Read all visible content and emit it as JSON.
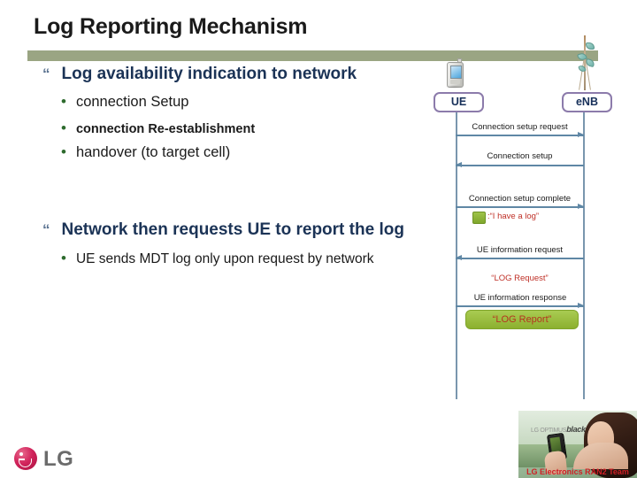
{
  "slide": {
    "title": "Log Reporting Mechanism",
    "bar_color": "#9aa583"
  },
  "content": {
    "bullets": [
      {
        "marker": "“",
        "text": "Log availability indication to network",
        "sub": [
          {
            "dot": "•",
            "text": "connection Setup"
          },
          {
            "dot": "•",
            "text": "connection Re-establishment"
          },
          {
            "dot": "•",
            "text": "handover (to target cell)"
          }
        ]
      },
      {
        "marker": "“",
        "text": "Network then requests UE to report the log",
        "sub": [
          {
            "dot": "•",
            "text": "UE sends MDT log only upon request by network"
          }
        ]
      }
    ]
  },
  "diagram": {
    "type": "sequence",
    "nodes": [
      {
        "id": "ue",
        "label": "UE",
        "icon": "mobile-phone-icon"
      },
      {
        "id": "enb",
        "label": "eNB",
        "icon": "antenna-tower-icon"
      }
    ],
    "messages": [
      {
        "label": "Connection setup request",
        "direction": "ue-to-enb"
      },
      {
        "label": "Connection setup",
        "direction": "enb-to-ue"
      },
      {
        "label": "Connection setup complete",
        "direction": "ue-to-enb"
      },
      {
        "label": "UE information request",
        "direction": "enb-to-ue"
      },
      {
        "label": "UE information response",
        "direction": "ue-to-enb"
      }
    ],
    "annotations": [
      {
        "id": "have-a-log",
        "text": ":“I have a log”",
        "color": "#bf2f26",
        "chip": "green-square"
      },
      {
        "id": "log-request",
        "text": "“LOG Request”",
        "color": "#bf2f26"
      },
      {
        "id": "log-report",
        "text": "“LOG Report”",
        "color": "#b5341f",
        "style": "green-pill"
      }
    ],
    "colors": {
      "node_border": "#8c7bab",
      "node_text": "#17305a",
      "lifeline": "#7996ae",
      "arrow": "#5f87a5",
      "green": "#8cb02f",
      "red": "#bf2f26"
    }
  },
  "footer": {
    "logo_text": "LG",
    "photo_wordmark_dim": "LG OPTIMUS",
    "photo_wordmark": "black",
    "photo_caption": "LG Electronics RAN2 Team"
  }
}
